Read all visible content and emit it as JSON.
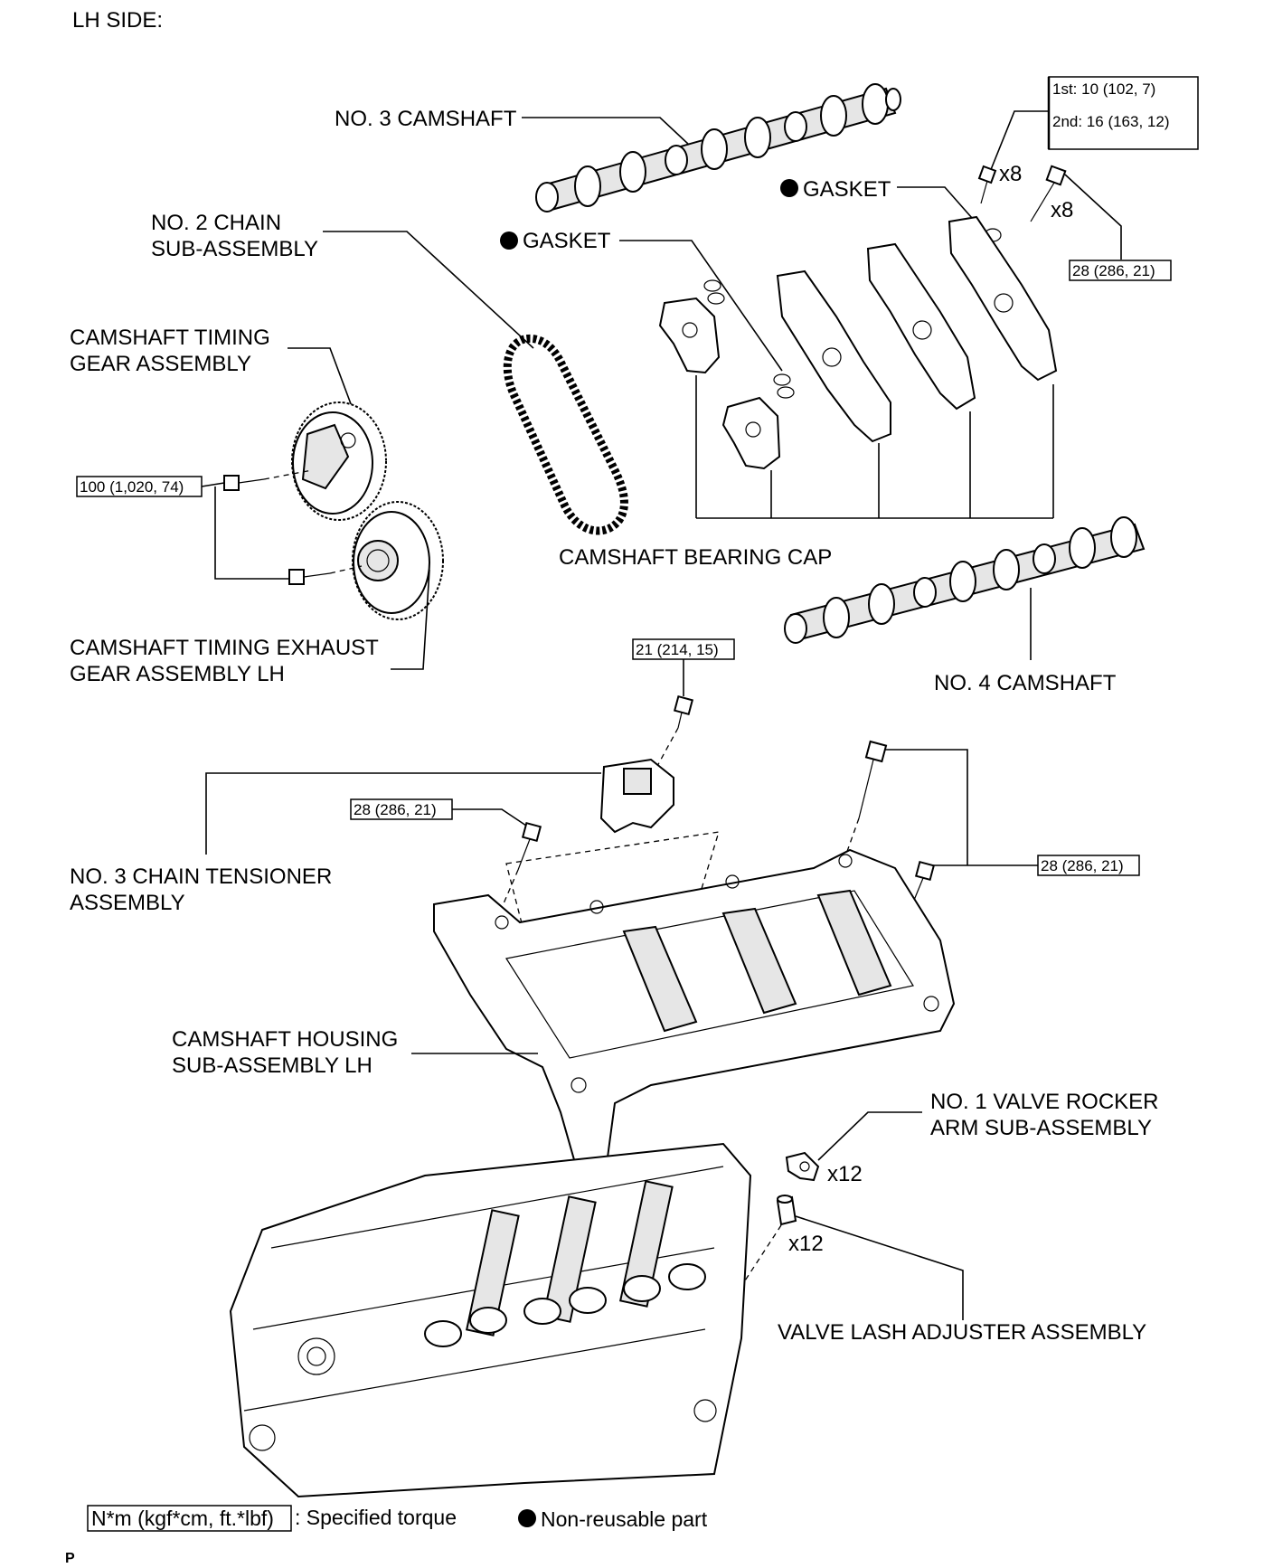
{
  "header": {
    "title": "LH SIDE:"
  },
  "labels": {
    "no3_camshaft": "NO. 3 CAMSHAFT",
    "no2_chain_l1": "NO. 2 CHAIN",
    "no2_chain_l2": "SUB-ASSEMBLY",
    "gasket_upper": "GASKET",
    "gasket_lower": "GASKET",
    "timing_gear_l1": "CAMSHAFT TIMING",
    "timing_gear_l2": "GEAR ASSEMBLY",
    "exhaust_gear_l1": "CAMSHAFT TIMING EXHAUST",
    "exhaust_gear_l2": "GEAR ASSEMBLY LH",
    "bearing_cap": "CAMSHAFT BEARING CAP",
    "no4_camshaft": "NO. 4 CAMSHAFT",
    "tensioner_l1": "NO. 3 CHAIN TENSIONER",
    "tensioner_l2": "ASSEMBLY",
    "housing_l1": "CAMSHAFT HOUSING",
    "housing_l2": "SUB-ASSEMBLY LH",
    "rocker_l1": "NO. 1 VALVE ROCKER",
    "rocker_l2": "ARM SUB-ASSEMBLY",
    "lash_adjuster": "VALVE LASH ADJUSTER ASSEMBLY"
  },
  "torques": {
    "cap_bolt_first": "1st: 10 (102, 7)",
    "cap_bolt_second": "2nd: 16 (163, 12)",
    "long_bolt": "28 (286, 21)",
    "gear_bolt": "100 (1,020, 74)",
    "tensioner_bolt": "21 (214, 15)",
    "housing_bolt_left": "28 (286, 21)",
    "housing_bolt_right": "28 (286, 21)"
  },
  "quantities": {
    "cap_bolts": "x8",
    "long_bolts": "x8",
    "rocker_arms": "x12",
    "lash_adjusters": "x12"
  },
  "legend": {
    "torque_unit": "N*m (kgf*cm, ft.*lbf)",
    "torque_desc": ": Specified torque",
    "nonreusable": "Non-reusable part"
  },
  "footer": {
    "code": "P"
  }
}
